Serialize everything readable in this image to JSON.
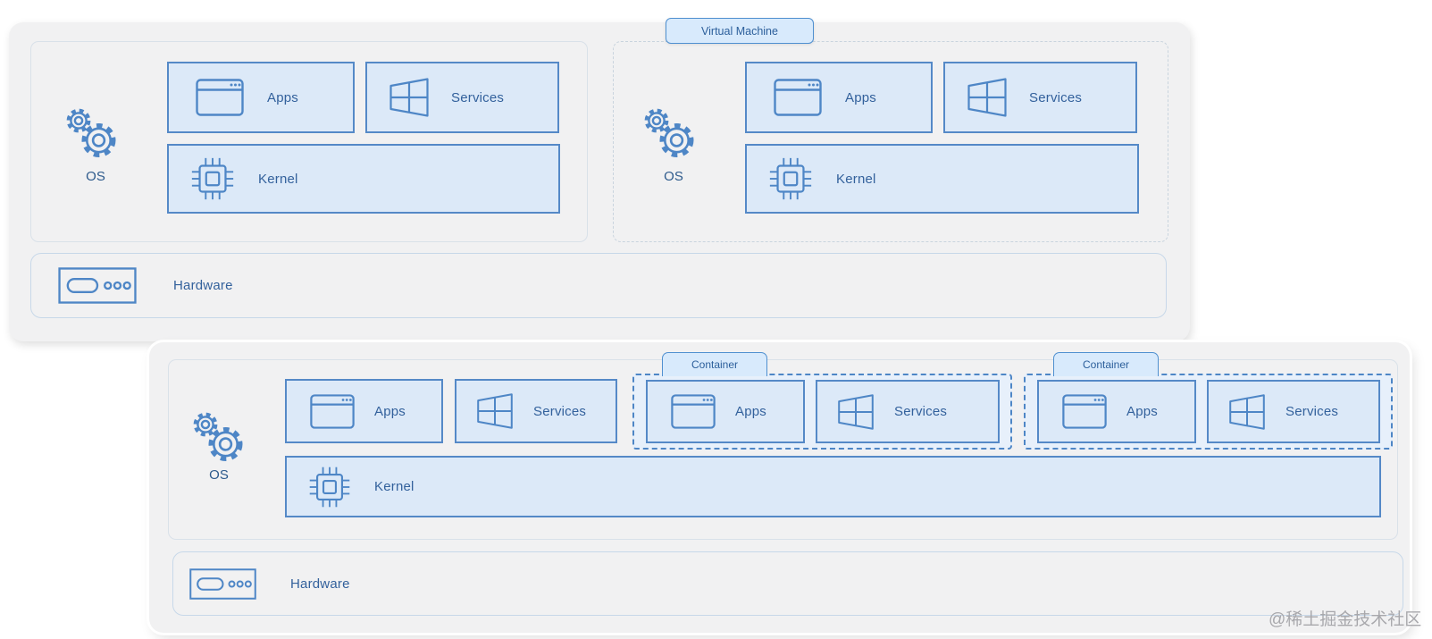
{
  "labels": {
    "virtual_machine": "Virtual Machine",
    "container": "Container",
    "os": "OS",
    "apps": "Apps",
    "services": "Services",
    "kernel": "Kernel",
    "hardware": "Hardware"
  },
  "watermark": "@稀土掘金技术社区",
  "icons": {
    "os": "gears-icon",
    "apps": "app-window-icon",
    "services": "windows-logo-icon",
    "kernel": "chip-icon",
    "hardware": "server-icon"
  },
  "structure": {
    "vm_panel": {
      "vm_instances": 2,
      "hardware_rows": 1
    },
    "container_panel": {
      "container_instances": 2,
      "hardware_rows": 1
    }
  },
  "colors": {
    "panel_fill": "#f1f1f2",
    "box_fill": "#dce9f8",
    "box_border": "#5589c7",
    "group_fill": "#e7f0fb",
    "tab_fill": "#d8eafc",
    "label_text": "#33619c",
    "icon_stroke": "#4e86c6",
    "watermark_text": "#a8a8ac"
  }
}
